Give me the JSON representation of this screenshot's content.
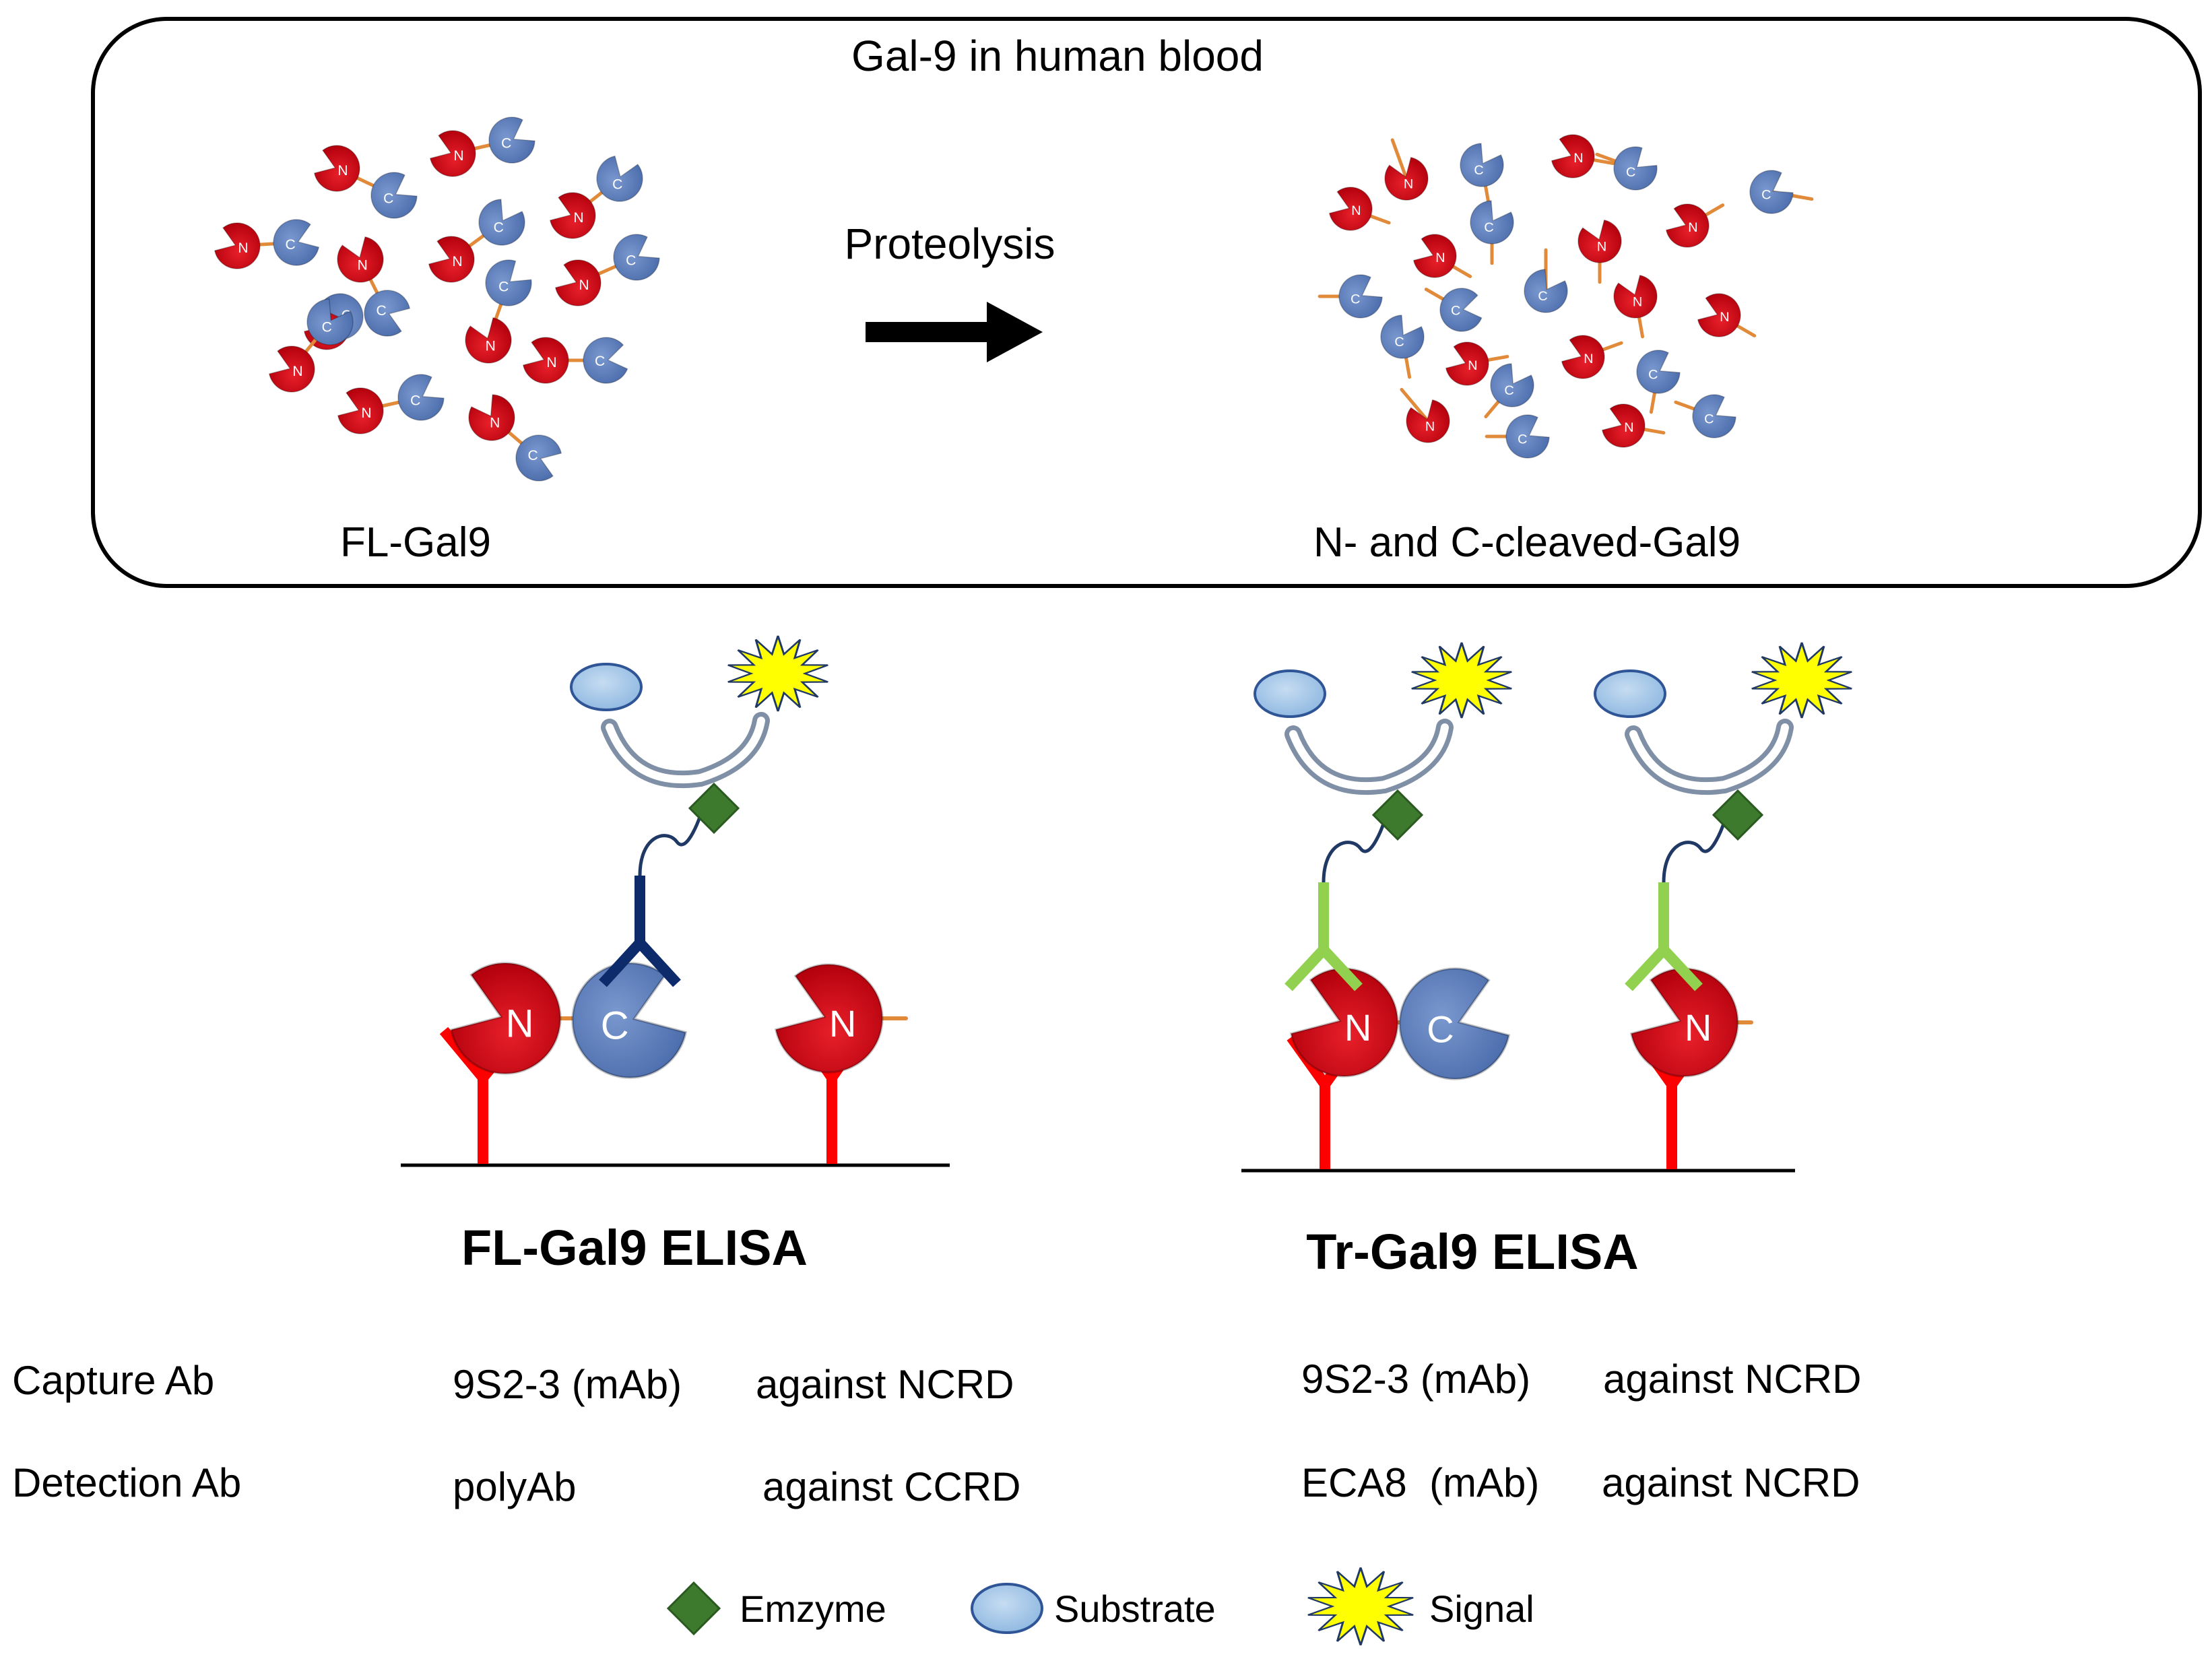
{
  "top_panel": {
    "title": "Gal-9 in human blood",
    "arrow_label": "Proteolysis",
    "left_label": "FL-Gal9",
    "right_label": "N- and C-cleaved-Gal9"
  },
  "domain_letters": {
    "n": "N",
    "c": "C"
  },
  "elisa": {
    "fl_title": "FL-Gal9 ELISA",
    "tr_title": "Tr-Gal9 ELISA"
  },
  "table": {
    "row_labels": [
      "Capture Ab",
      "Detection Ab"
    ],
    "fl": [
      {
        "ab": "9S2-3 (mAb)",
        "target": "against NCRD"
      },
      {
        "ab": "polyAb",
        "target": "against CCRD"
      }
    ],
    "tr": [
      {
        "ab": "9S2-3 (mAb)",
        "target": "against NCRD"
      },
      {
        "ab": "ECA8  (mAb)",
        "target": "against NCRD"
      }
    ]
  },
  "legend": {
    "enzyme": "Emzyme",
    "substrate": "Substrate",
    "signal": "Signal"
  },
  "colors": {
    "n_domain": "#d00010",
    "c_domain": "#5f80be",
    "linker": "#e08a3a",
    "capture_ab": "#ff0000",
    "poly_ab": "#0d2a6b",
    "mab_ab": "#92d050",
    "enzyme": "#3d7a2e",
    "substrate": "#9dc3e6",
    "signal": "#ffff00",
    "wire": "#1f3864"
  }
}
